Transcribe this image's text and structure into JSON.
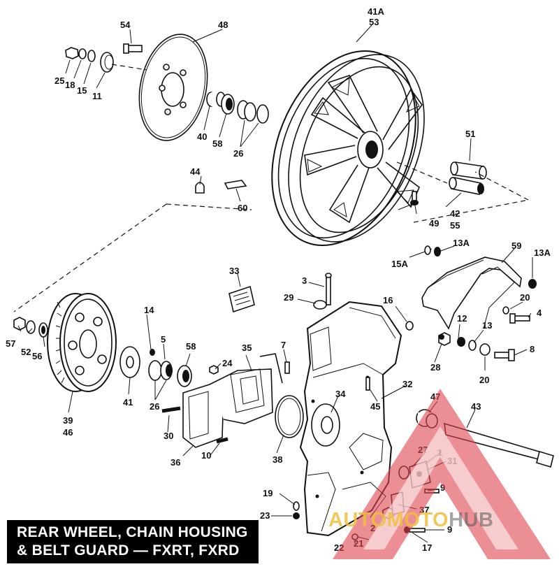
{
  "title": {
    "line1": "REAR WHEEL, CHAIN HOUSING",
    "line2": "& BELT GUARD — FXRT, FXRD"
  },
  "watermark": {
    "part1": "AUTO",
    "part2": "MOTO",
    "part3": "HUB",
    "color_primary": "#e0454f",
    "color_accent": "#f0be3c"
  },
  "callouts": [
    "54",
    "48",
    "41A",
    "53",
    "25",
    "18",
    "15",
    "11",
    "40",
    "58",
    "26",
    "51",
    "44",
    "60",
    "42",
    "55",
    "49",
    "15A",
    "13A",
    "59",
    "13A",
    "33",
    "3",
    "29",
    "16",
    "20",
    "4",
    "12",
    "13",
    "8",
    "14",
    "5",
    "58",
    "35",
    "7",
    "28",
    "20",
    "57",
    "52",
    "56",
    "41",
    "26",
    "24",
    "32",
    "45",
    "34",
    "47",
    "43",
    "39",
    "46",
    "30",
    "36",
    "10",
    "38",
    "27",
    "1",
    "31",
    "9",
    "37",
    "19",
    "23",
    "2",
    "9",
    "22",
    "21",
    "17"
  ]
}
